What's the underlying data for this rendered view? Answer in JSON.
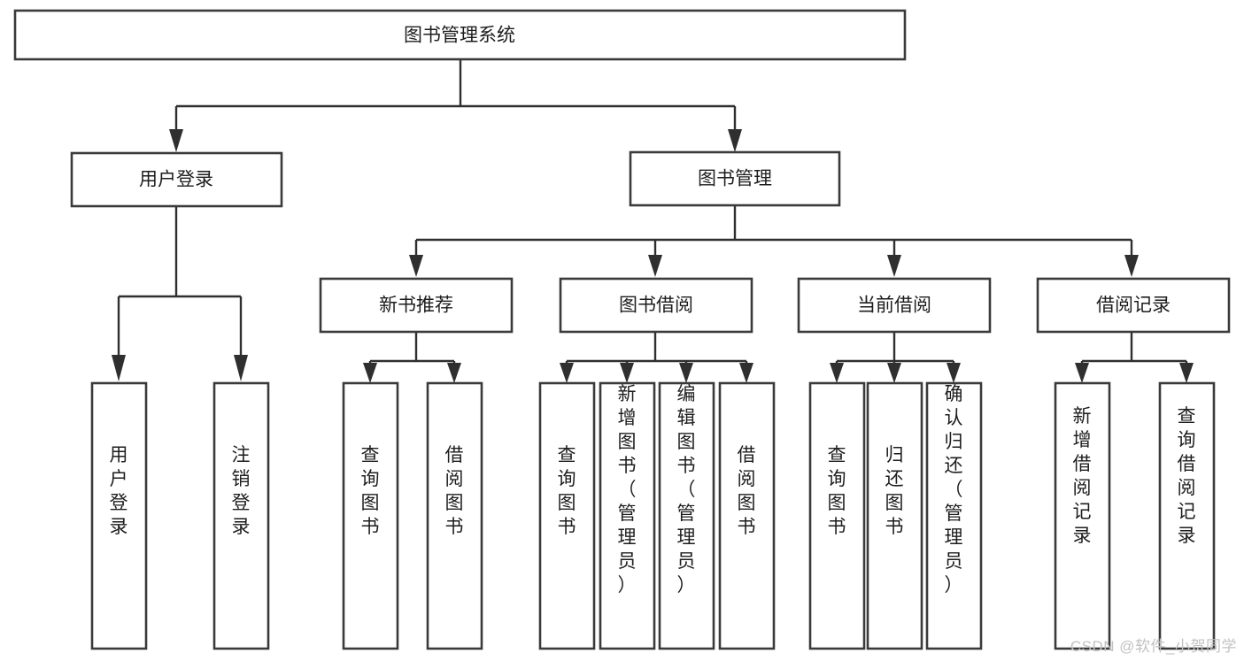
{
  "diagram": {
    "type": "tree-hierarchy-chart",
    "orientation": "top-down",
    "title_node": "图书管理系统",
    "background_color": "#ffffff",
    "box_stroke_color": "#3a3a3a",
    "connector_color": "#2f2f2f",
    "text_color": "#1d1d1d",
    "level1": [
      {
        "label": "用户登录"
      },
      {
        "label": "图书管理"
      }
    ],
    "level2": [
      {
        "label": "新书推荐"
      },
      {
        "label": "图书借阅"
      },
      {
        "label": "当前借阅"
      },
      {
        "label": "借阅记录"
      }
    ],
    "leaves": {
      "user_login": [
        {
          "label": "用户登录"
        },
        {
          "label": "注销登录"
        }
      ],
      "new_book_recommend": [
        {
          "label": "查询图书"
        },
        {
          "label": "借阅图书"
        }
      ],
      "book_borrow": [
        {
          "label": "查询图书"
        },
        {
          "label": "新增图书（管理员）"
        },
        {
          "label": "编辑图书（管理员）"
        },
        {
          "label": "借阅图书"
        }
      ],
      "current_borrow": [
        {
          "label": "查询图书"
        },
        {
          "label": "归还图书"
        },
        {
          "label": "确认归还（管理员）"
        }
      ],
      "borrow_record": [
        {
          "label": "新增借阅记录"
        },
        {
          "label": "查询借阅记录"
        }
      ]
    }
  },
  "watermark": {
    "text": "CSDN @软件_小贺同学"
  }
}
